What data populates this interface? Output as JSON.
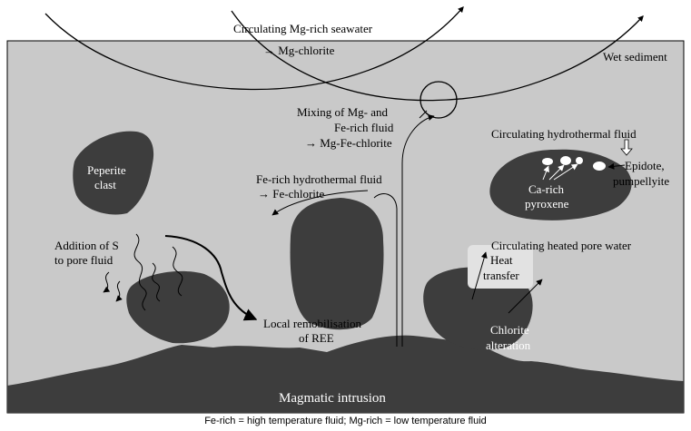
{
  "labels": {
    "seawater": "Circulating Mg-rich seawater",
    "mg_chlorite": "→ Mg-chlorite",
    "wet_sediment": "Wet sediment",
    "mixing_1": "Mixing of Mg- and",
    "mixing_2": "Fe-rich fluid",
    "mixing_3": "→ Mg-Fe-chlorite",
    "peperite_1": "Peperite",
    "peperite_2": "clast",
    "fe_fluid_1": "Fe-rich hydrothermal fluid",
    "fe_fluid_2": "→ Fe-chlorite",
    "hydro_fluid": "Circulating hydrothermal fluid",
    "epidote_1": "Epidote,",
    "epidote_2": "pumpellyite",
    "ca_pyrox_1": "Ca-rich",
    "ca_pyrox_2": "pyroxene",
    "addition_1": "Addition of S",
    "addition_2": "to pore fluid",
    "pore_water": "Circulating heated pore water",
    "heat_1": "Heat",
    "heat_2": "transfer",
    "chlorite_1": "Chlorite",
    "chlorite_2": "alteration",
    "remob_1": "Local remobilisation",
    "remob_2": "of REE",
    "intrusion": "Magmatic intrusion"
  },
  "caption": "Fe-rich = high temperature fluid; Mg-rich = low temperature fluid",
  "colors": {
    "sediment": "#c9c9c9",
    "clast": "#3d3d3d",
    "heat_box": "#e2e2e2",
    "line": "#000000"
  }
}
